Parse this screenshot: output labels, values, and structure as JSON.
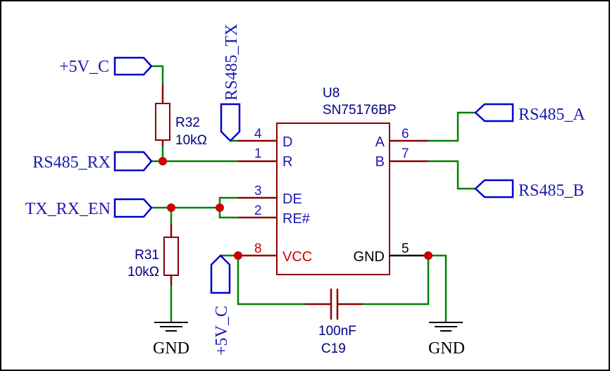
{
  "ic": {
    "ref": "U8",
    "part": "SN75176BP"
  },
  "pins": {
    "d": {
      "num": "4",
      "name": "D"
    },
    "r": {
      "num": "1",
      "name": "R"
    },
    "de": {
      "num": "3",
      "name": "DE"
    },
    "re": {
      "num": "2",
      "name": "RE#"
    },
    "vcc": {
      "num": "8",
      "name": "VCC"
    },
    "a": {
      "num": "6",
      "name": "A"
    },
    "b": {
      "num": "7",
      "name": "B"
    },
    "gnd": {
      "num": "5",
      "name": "GND"
    }
  },
  "r32": {
    "ref": "R32",
    "value": "10kΩ"
  },
  "r31": {
    "ref": "R31",
    "value": "10kΩ"
  },
  "c19": {
    "value": "100nF",
    "ref": "C19"
  },
  "nets": {
    "v5_top": "+5V_C",
    "v5_bottom": "+5V_C",
    "rs485_tx": "RS485_TX",
    "rs485_rx": "RS485_RX",
    "tx_rx_en": "TX_RX_EN",
    "rs485_a": "RS485_A",
    "rs485_b": "RS485_B",
    "gnd_left": "GND",
    "gnd_right": "GND"
  },
  "colors": {
    "wire": "#008000",
    "pin": "#8b0000",
    "net_label": "#1a1ab3",
    "junction": "#cc0000",
    "border": "#000000"
  }
}
